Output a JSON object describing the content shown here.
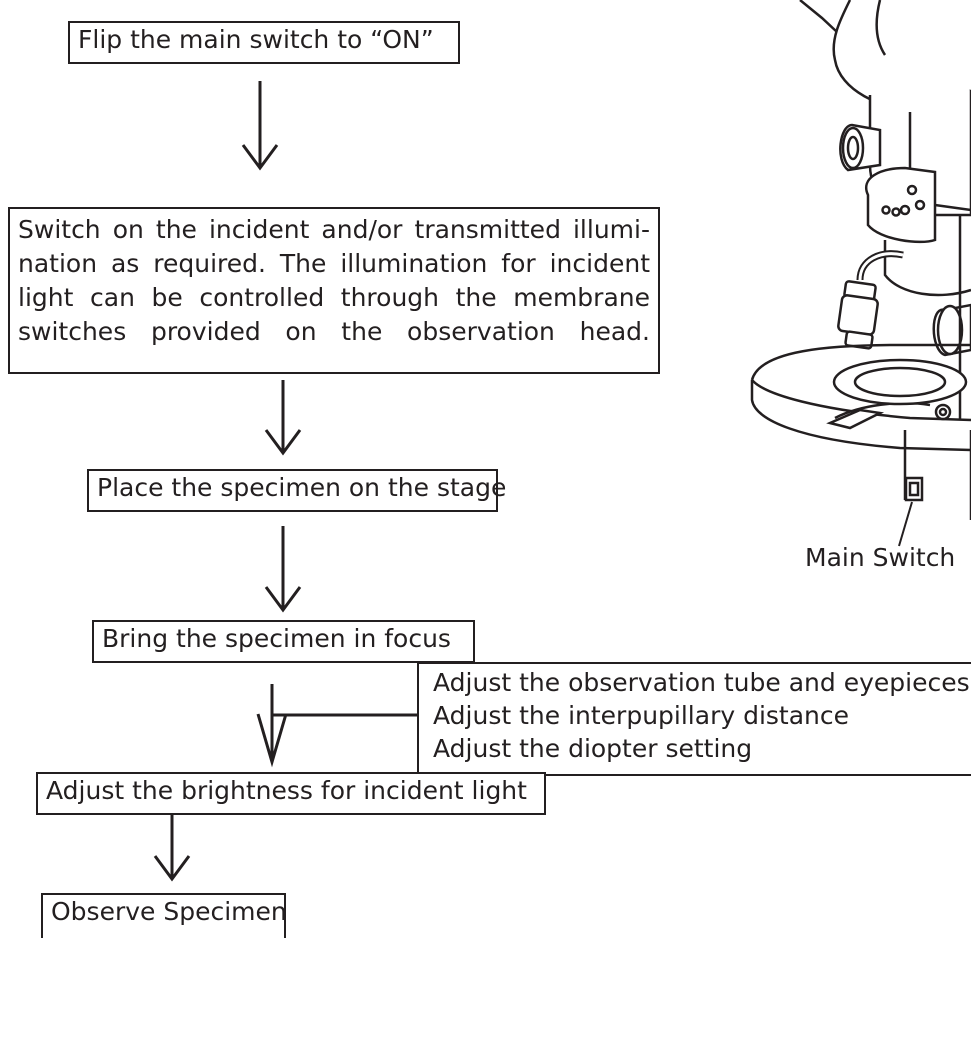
{
  "steps": {
    "step1": "Flip the main switch to “ON”",
    "step2_lines": [
      "Switch on the incident and/or transmitted illumi-",
      "nation as required. The illumination for incident",
      "light can be controlled through the membrane",
      "switches provided on the observation head."
    ],
    "step3": "Place the specimen on the stage",
    "step4": "Bring the specimen in focus",
    "step5": "Adjust the brightness for incident light",
    "step6": "Observe Specimen"
  },
  "side_notes": [
    "Adjust the observation tube and eyepieces",
    "Adjust the interpupillary distance",
    "Adjust the diopter setting"
  ],
  "illustration": {
    "subject": "stereo-microscope",
    "callout": "Main Switch"
  }
}
